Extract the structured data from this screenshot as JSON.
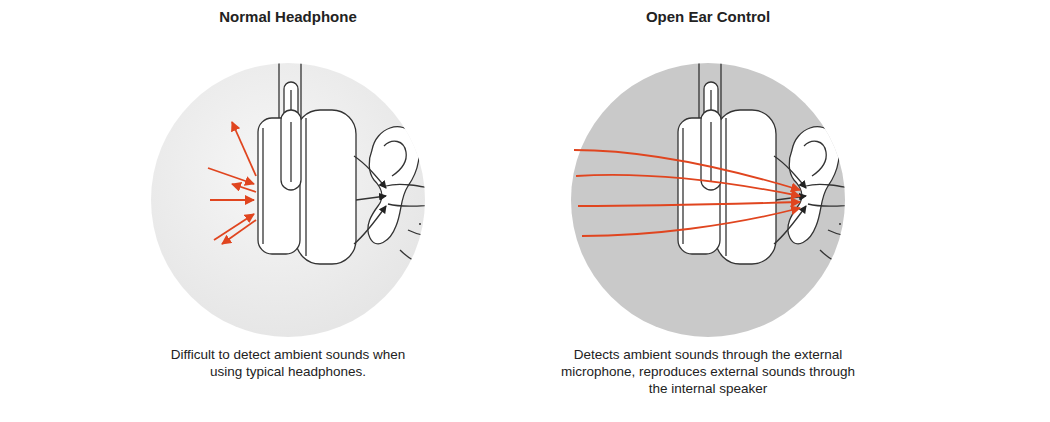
{
  "diagram": {
    "nodes": [
      {
        "text": [
          "Normal Headphone",
          "Difficult to detect ambient sounds when using typical headphones."
        ]
      },
      {
        "text": [
          "Open Ear Control",
          "Detects ambient sounds through the external microphone, reproduces external sounds through the internal speaker"
        ]
      }
    ]
  }
}
